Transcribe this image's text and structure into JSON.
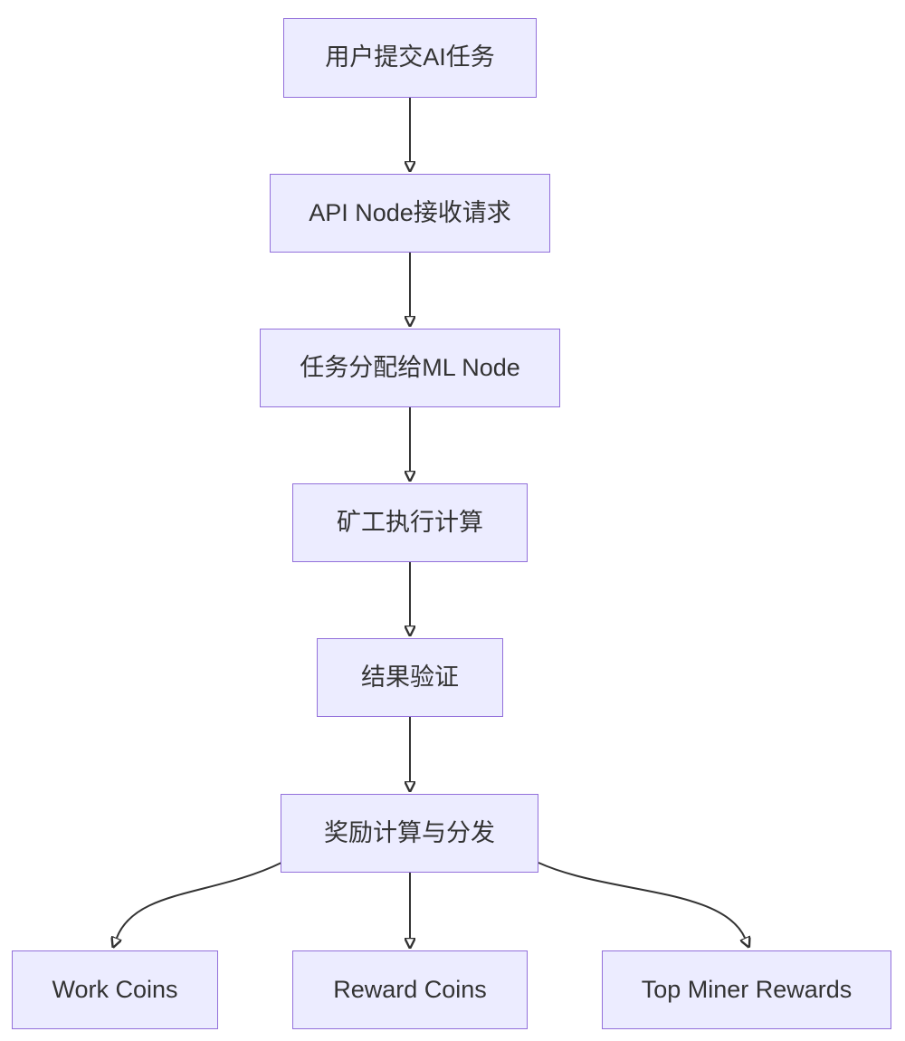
{
  "diagram": {
    "type": "flowchart",
    "direction": "top-down",
    "nodes": [
      {
        "id": "user-submit-task",
        "label": "用户提交AI任务"
      },
      {
        "id": "api-node-receive",
        "label": "API Node接收请求"
      },
      {
        "id": "assign-ml-node",
        "label": "任务分配给ML Node"
      },
      {
        "id": "miner-compute",
        "label": "矿工执行计算"
      },
      {
        "id": "result-verify",
        "label": "结果验证"
      },
      {
        "id": "reward-distribute",
        "label": "奖励计算与分发"
      },
      {
        "id": "work-coins",
        "label": "Work Coins"
      },
      {
        "id": "reward-coins",
        "label": "Reward Coins"
      },
      {
        "id": "top-miner-rewards",
        "label": "Top Miner Rewards"
      }
    ],
    "edges": [
      {
        "from": "user-submit-task",
        "to": "api-node-receive"
      },
      {
        "from": "api-node-receive",
        "to": "assign-ml-node"
      },
      {
        "from": "assign-ml-node",
        "to": "miner-compute"
      },
      {
        "from": "miner-compute",
        "to": "result-verify"
      },
      {
        "from": "result-verify",
        "to": "reward-distribute"
      },
      {
        "from": "reward-distribute",
        "to": "work-coins"
      },
      {
        "from": "reward-distribute",
        "to": "reward-coins"
      },
      {
        "from": "reward-distribute",
        "to": "top-miner-rewards"
      }
    ],
    "colors": {
      "node_fill": "#ECECFF",
      "node_border": "#9370DB",
      "edge_stroke": "#333333",
      "text": "#333333",
      "background": "#FFFFFF"
    }
  }
}
